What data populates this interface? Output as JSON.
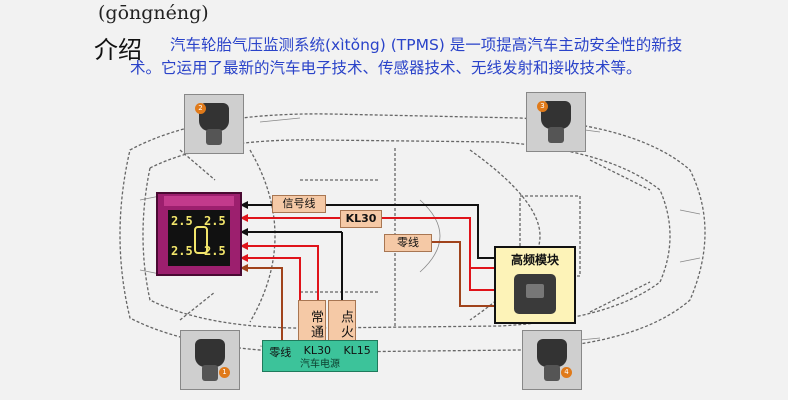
{
  "header": {
    "pinyin": "(gōngnéng)",
    "title": "介绍",
    "intro": "汽车轮胎气压监测系统(xìtǒng) (TPMS) 是一项提高汽车主动安全性的新技术。它运用了最新的汽车电子技术、传感器技术、无线发射和接收技术等。"
  },
  "diagram": {
    "signal_wire": "信号线",
    "kl30_top": "KL30",
    "zero_wire": "零线",
    "hf_module": "高频模块",
    "always_on": "常通",
    "ignition": "点火",
    "power": {
      "zero": "零线",
      "kl30": "KL30",
      "kl15": "KL15",
      "name": "汽车电源"
    },
    "display": {
      "values": [
        "2.5",
        "2.5",
        "2.5",
        "2.5"
      ]
    },
    "sensors": [
      {
        "num": "2"
      },
      {
        "num": "3"
      },
      {
        "num": "1"
      },
      {
        "num": "4"
      }
    ]
  },
  "colors": {
    "intro_text": "#2a43c9",
    "wire_black": "#111111",
    "wire_red": "#e0131a",
    "wire_brown": "#a0431c",
    "label_fill": "#f5c9a6",
    "hf_fill": "#fdf3b8",
    "power_fill": "#3cc39a",
    "display_fill": "#9c1f6e"
  }
}
